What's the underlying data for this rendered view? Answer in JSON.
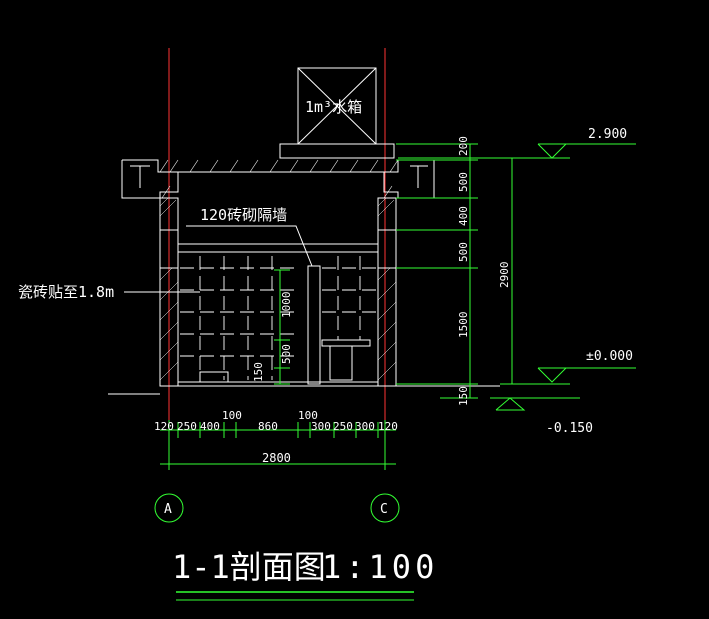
{
  "drawing": {
    "title": "1-1剖面图",
    "scale": "1:100",
    "tank_label": "1m³水箱",
    "partition_label": "120砖砌隔墙",
    "tile_label": "瓷砖贴至1.8m",
    "levels": {
      "top": "2.900",
      "floor": "±0.000",
      "ground": "-0.150"
    },
    "right_dims": [
      "200",
      "500",
      "400",
      "500",
      "1500",
      "150"
    ],
    "right_total": "2900",
    "inner_dims": [
      "1000",
      "500",
      "150"
    ],
    "bottom_dims_upper": [
      "100",
      "100"
    ],
    "bottom_dims": [
      "120",
      "250",
      "400",
      "860",
      "300",
      "250",
      "300",
      "120"
    ],
    "bottom_total": "2800",
    "axes": [
      "A",
      "C"
    ],
    "colors": {
      "wall": "#ff3333",
      "dim": "#33ff33",
      "line": "#ffffff",
      "bg": "#000000",
      "hatch": "#ffffff"
    }
  }
}
